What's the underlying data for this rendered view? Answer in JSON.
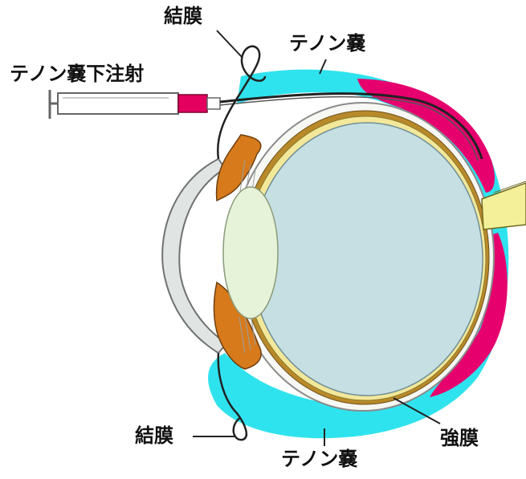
{
  "labels": {
    "conjunctiva_top": "結膜",
    "tenon_top": "テノン嚢",
    "injection": "テノン嚢下注射",
    "conjunctiva_bottom": "結膜",
    "tenon_bottom": "テノン嚢",
    "sclera": "強膜"
  },
  "colors": {
    "tenon_capsule": "#2fe3ee",
    "injected_drug": "#e6006e",
    "retina": "#f3e79a",
    "choroid": "#b8892a",
    "vitreous": "#c6dfe3",
    "lens": "#e6f3d8",
    "ciliary_iris": "#d67a1c",
    "optic_nerve": "#f4f09a",
    "syringe_hub": "#e3005f"
  }
}
